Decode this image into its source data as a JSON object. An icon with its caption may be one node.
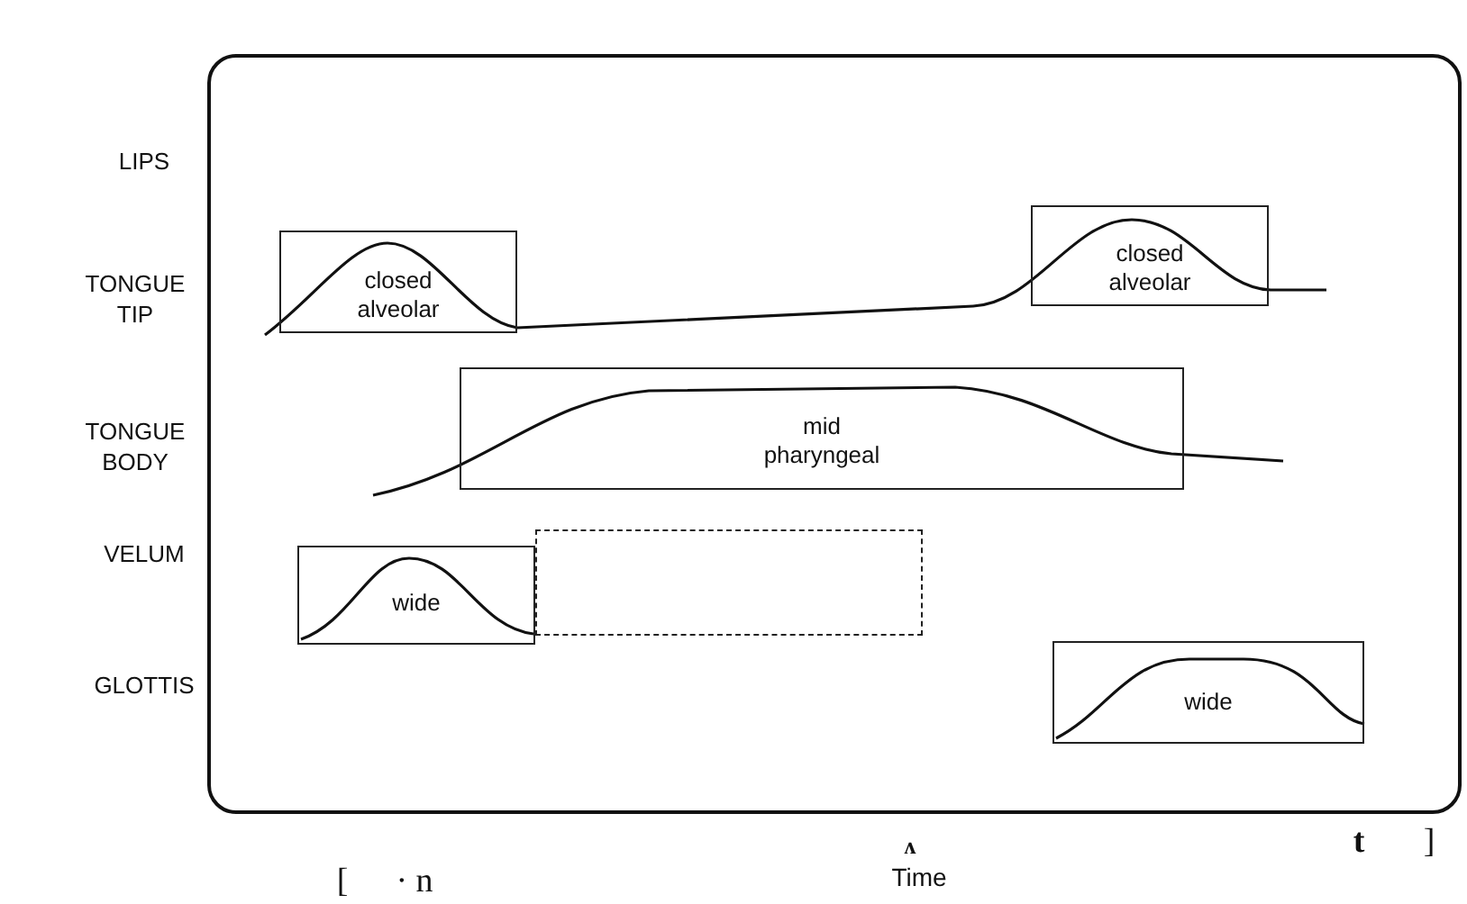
{
  "diagram": {
    "nodes": [
      {
        "text": [],
        "shape": "box"
      },
      {
        "text": [
          "closed alveolar"
        ],
        "in": 0
      },
      {
        "text": [
          "closed alveolar"
        ],
        "in": 0
      },
      {
        "text": [
          "mid pharyngeal"
        ],
        "in": 0
      },
      {
        "text": [
          "wide"
        ],
        "in": 0
      },
      {
        "text": [],
        "shape": "box",
        "in": 0
      },
      {
        "text": [
          "wide"
        ],
        "in": 0
      }
    ],
    "labels": [
      "LIPS",
      "TONGUE TIP",
      "TONGUE BODY",
      "VELUM",
      "GLOTTIS",
      "[",
      "· n",
      "ʌ",
      "t",
      "]",
      "Time"
    ]
  }
}
